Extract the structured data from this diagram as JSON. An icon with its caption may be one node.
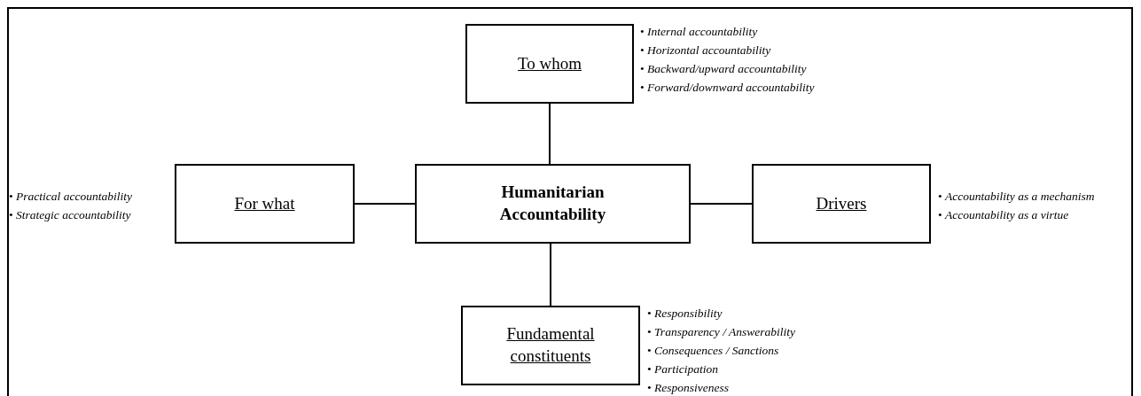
{
  "diagram": {
    "nodes": [
      {
        "text": [
          "Humanitarian Accountability"
        ]
      },
      {
        "text": [
          "To whom"
        ],
        "beside": [
          "• *Internal accountability*",
          "• *Horizontal accountability*",
          "• *Backward/upward accountability*",
          "• *Forward/downward accountability*"
        ]
      },
      {
        "text": [
          "For what"
        ],
        "beside": [
          "• *Practical accountability*",
          "• *Strategic accountability*"
        ]
      },
      {
        "text": [
          "Drivers"
        ],
        "beside": [
          "• *Accountability as a mechanism*",
          "• *Accountability as a virtue*"
        ]
      },
      {
        "text": [
          "Fundamental constituents"
        ],
        "beside": [
          "• *Responsibility*",
          "• *Transparency / Answerability*",
          "• *Consequences / Sanctions*",
          "• *Participation*",
          "• *Responsiveness*"
        ]
      }
    ],
    "edges": [
      {
        "from": 0,
        "to": 1,
        "arrow": "none"
      },
      {
        "from": 2,
        "to": 0,
        "arrow": "none"
      },
      {
        "from": 0,
        "to": 3,
        "arrow": "none"
      },
      {
        "from": 0,
        "to": 4,
        "arrow": "none"
      }
    ]
  }
}
